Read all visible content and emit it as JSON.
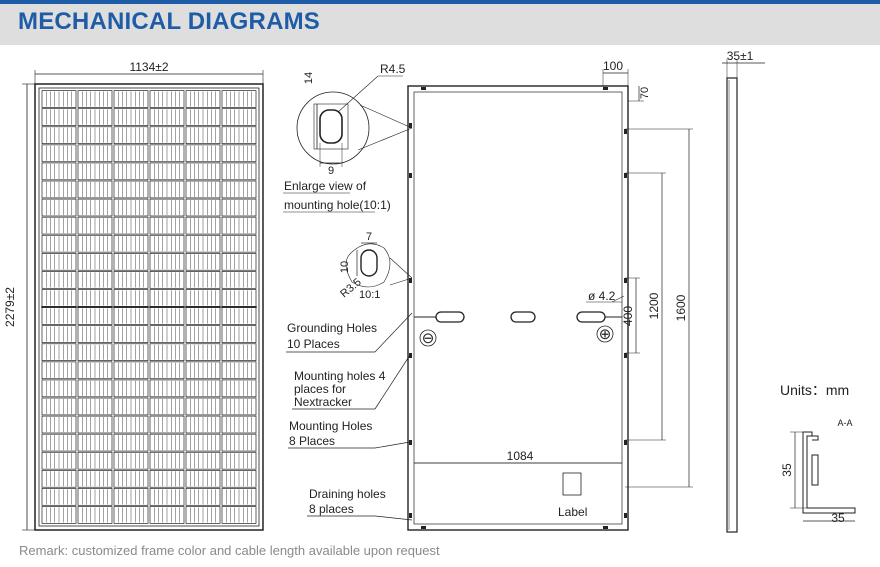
{
  "header": {
    "title": "MECHANICAL DIAGRAMS",
    "accent_color": "#1f5ca8",
    "band_color": "#dedede"
  },
  "front_view": {
    "width_dim": "1134±2",
    "height_dim": "2279±2",
    "cell_columns": 6,
    "cell_rows": 24
  },
  "hole_detail": {
    "dim_height": "14",
    "dim_radius": "R4.5",
    "dim_width": "9",
    "caption_line1": "Enlarge view of",
    "caption_line2": "mounting hole(10:1)"
  },
  "small_hole_detail": {
    "dim_width": "7",
    "dim_height": "10",
    "dim_radius": "R3.5",
    "scale": "10:1"
  },
  "labels": {
    "grounding_line1": "Grounding Holes",
    "grounding_line2": "10 Places",
    "nextracker_line1": "Mounting holes 4",
    "nextracker_line2": "places for",
    "nextracker_line3": "Nextracker",
    "mounting_line1": "Mounting Holes",
    "mounting_line2": "8 Places",
    "draining_line1": "Draining holes",
    "draining_line2": "8 places"
  },
  "back_view": {
    "dim_top": "100",
    "dim_corner": "70",
    "dim_hole_diameter": "ø 4.2",
    "dim_400": "400",
    "dim_1200": "1200",
    "dim_1600": "1600",
    "dim_bottom": "1084",
    "label_box": "Label",
    "minus_symbol": "⊖",
    "plus_symbol": "⊕"
  },
  "side_view": {
    "dim_thickness": "35±1"
  },
  "units": "Units：mm",
  "section": {
    "title": "A-A",
    "dim_vertical": "35",
    "dim_horizontal": "35"
  },
  "remark": "Remark: customized frame color and cable length available upon request"
}
